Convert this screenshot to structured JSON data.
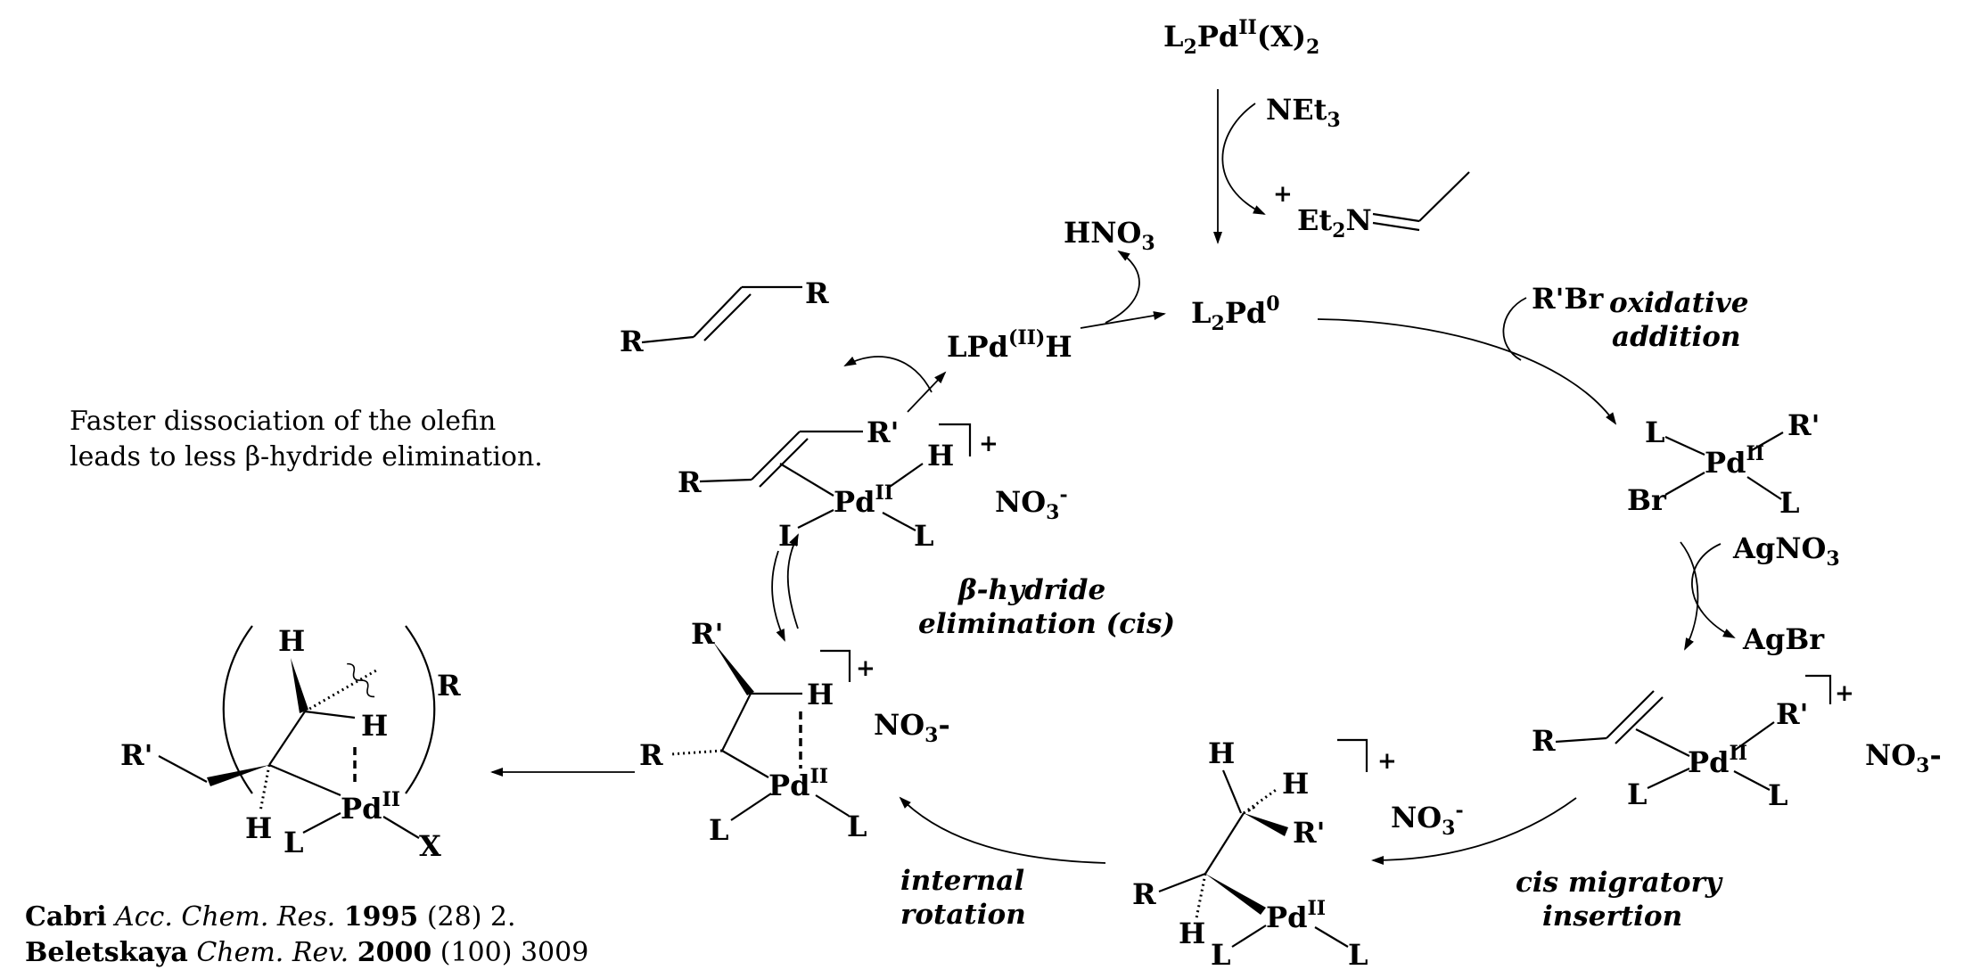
{
  "top_species": {
    "main": "L",
    "sub1": "2",
    "pd": "Pd",
    "ox": "II",
    "x": "(X)",
    "sub2": "2"
  },
  "amine": {
    "main": "NEt",
    "sub": "3"
  },
  "iminium": {
    "plus": "+",
    "et": "Et",
    "sub": "2",
    "n": "N"
  },
  "hno3": {
    "main": "HNO",
    "sub": "3"
  },
  "pd0": {
    "l": "L",
    "sub": "2",
    "pd": "Pd",
    "ox": "0"
  },
  "lpdh": {
    "main": "LPd",
    "ox": "(II)",
    "h": "H"
  },
  "free_olefin": {
    "r1": "R",
    "r2": "R"
  },
  "rbr": {
    "main": "R'Br"
  },
  "label_oxidative": {
    "line1": "oxidative",
    "line2": "addition"
  },
  "agno3": {
    "main": "AgNO",
    "sub": "3"
  },
  "agbr": {
    "main": "AgBr"
  },
  "label_migratory": {
    "line1": "cis migratory",
    "line2": "insertion"
  },
  "label_rotation": {
    "line1": "internal",
    "line2": "rotation"
  },
  "label_beta": {
    "beta": "β",
    "line1": "-hydride",
    "line2": "elimination (cis)"
  },
  "note": {
    "line1": "Faster dissociation of the olefin",
    "line2": "leads to less β-hydride elimination."
  },
  "refs": [
    {
      "author": "Cabri",
      "journal": "Acc. Chem. Res.",
      "year": "1995",
      "rest": "(28) 2."
    },
    {
      "author": "Beletskaya",
      "journal": "Chem. Rev.",
      "year": "2000",
      "rest": "(100) 3009"
    }
  ],
  "atoms": {
    "L": "L",
    "Br": "Br",
    "Pd": "Pd",
    "II": "II",
    "Rp": "R'",
    "R": "R",
    "H": "H",
    "X": "X",
    "plus": "+",
    "minus": "-",
    "no3": "NO",
    "three": "3"
  }
}
